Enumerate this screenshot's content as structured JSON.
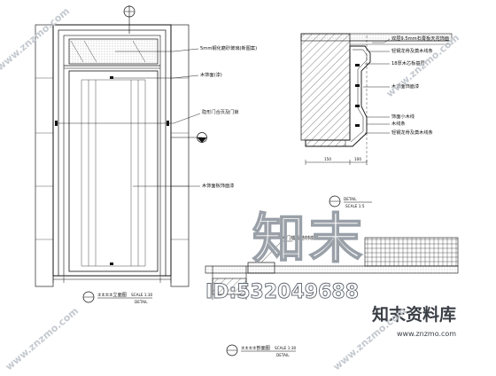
{
  "door_elevation": {
    "grid_tag": {
      "number": "",
      "ref": ""
    },
    "callouts": [
      "5mm钢化磨砂玻璃(新图案)",
      "木饰面(漆)",
      "隐形门合页及门锁",
      "木饰面板饰面漆"
    ],
    "title_main": "±±±±立面图",
    "title_scale": "SCALE 1:30",
    "detail_label": "DETAIL"
  },
  "section_detail": {
    "callouts": [
      "双层9.5mm石膏板天花饰面",
      "轻钢龙骨及奠木线条",
      "18厚木芯板基层",
      "木饰面饰面漆",
      "饰面小木线",
      "木线条",
      "轻钢龙骨及奠木线条"
    ],
    "dims": [
      "150",
      "100"
    ],
    "detail_label": "DETAIL",
    "detail_scale": "SCALE 1:5"
  },
  "threshold_detail": {
    "callout": "木门槛及地材收口"
  },
  "lower_title": {
    "title_main": "±±±±剖面图",
    "title_scale": "SCALE 1:30",
    "detail_label": "DETAIL"
  },
  "watermark": {
    "chars": "知末",
    "id_text": "ID:532049688",
    "brand_text": "知末资料库",
    "url_text": "www.znzmo.com",
    "diag_text": "www.znzmo.com"
  }
}
